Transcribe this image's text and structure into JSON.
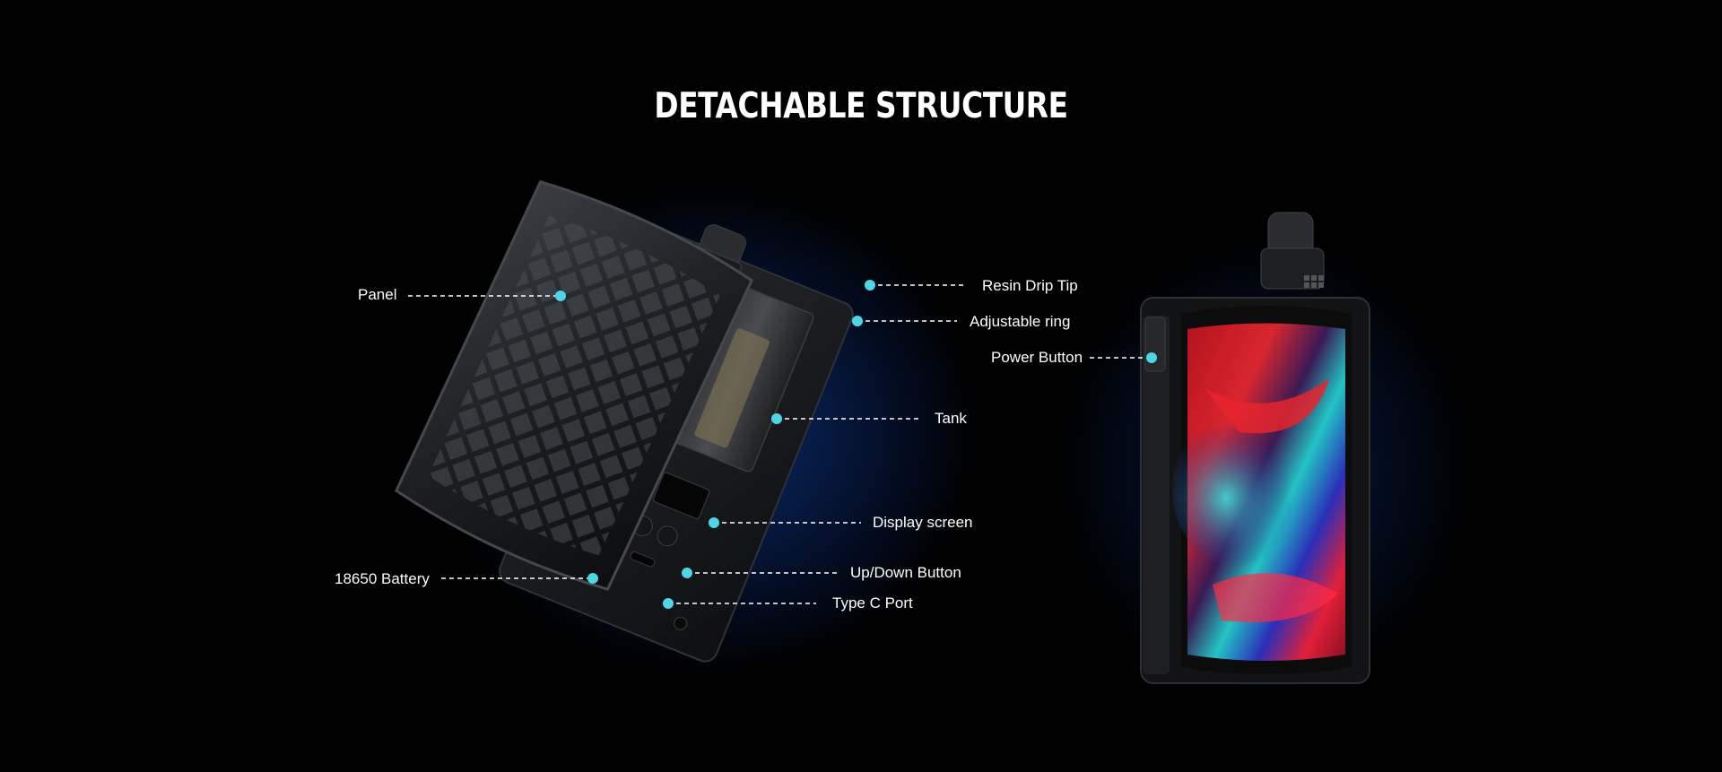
{
  "title": "DETACHABLE STRUCTURE",
  "battery_marking": "18650",
  "accent_color": "#4fd6e6",
  "callouts": {
    "panel": "Panel",
    "battery": "18650 Battery",
    "resin_drip_tip": "Resin Drip Tip",
    "adjustable_ring": "Adjustable ring",
    "tank": "Tank",
    "display_screen": "Display screen",
    "up_down_button": "Up/Down Button",
    "type_c_port": "Type C Port",
    "power_button": "Power Button"
  }
}
